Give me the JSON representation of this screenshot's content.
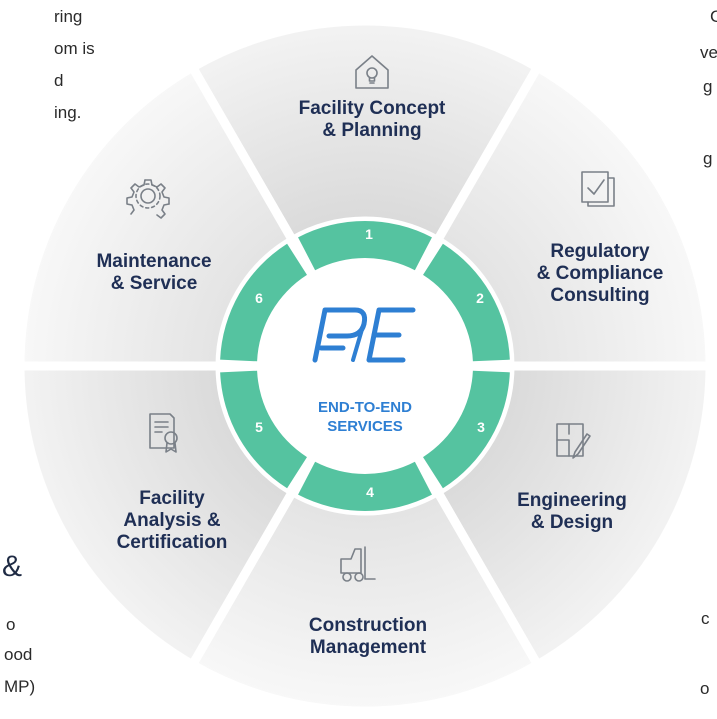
{
  "fragments": {
    "left": [
      "ring",
      "om is",
      "d",
      "ing."
    ],
    "left_lower": [
      "&",
      "o",
      "ood",
      "MP)"
    ],
    "right": [
      "C",
      "ve",
      "g",
      "g",
      "c",
      "o"
    ]
  },
  "center": {
    "line1": "END-TO-END",
    "line2": "SERVICES"
  },
  "segments": [
    {
      "number": "1",
      "title_line1": "Facility Concept",
      "title_line2": "& Planning",
      "title_line3": "",
      "icon": "house-lightbulb-icon"
    },
    {
      "number": "2",
      "title_line1": "Regulatory",
      "title_line2": "& Compliance",
      "title_line3": "Consulting",
      "icon": "checklist-document-icon"
    },
    {
      "number": "3",
      "title_line1": "Engineering",
      "title_line2": "& Design",
      "title_line3": "",
      "icon": "floor-plan-pencil-icon"
    },
    {
      "number": "4",
      "title_line1": "Construction",
      "title_line2": "Management",
      "title_line3": "",
      "icon": "forklift-icon"
    },
    {
      "number": "5",
      "title_line1": "Facility",
      "title_line2": "Analysis &",
      "title_line3": "Certification",
      "icon": "certificate-icon"
    },
    {
      "number": "6",
      "title_line1": "Maintenance",
      "title_line2": "& Service",
      "title_line3": "",
      "icon": "gear-icon"
    }
  ],
  "colors": {
    "ring": "#55c3a0",
    "label": "#1f2f55",
    "logo": "#2e7fd3",
    "segment_light": "#ececec",
    "segment_dark": "#d9d9d9"
  }
}
